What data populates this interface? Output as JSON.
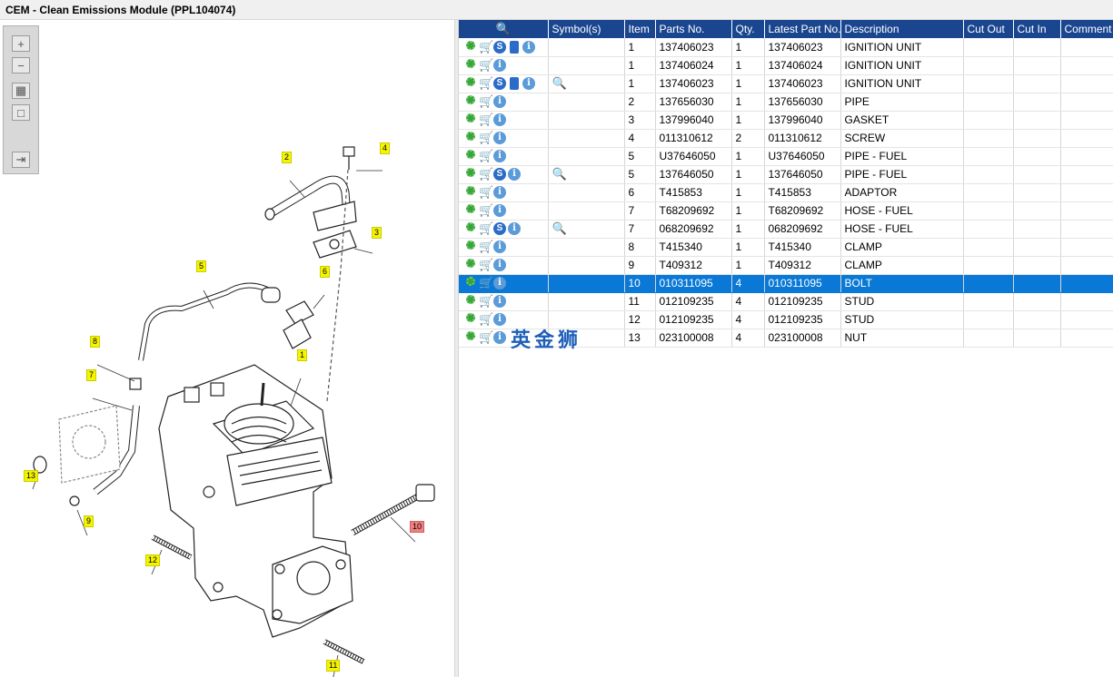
{
  "window": {
    "title": "CEM - Clean Emissions Module (PPL104074)"
  },
  "watermark": "英金狮",
  "table": {
    "headers": {
      "symbol": "Symbol(s)",
      "item": "Item",
      "part": "Parts No.",
      "qty": "Qty.",
      "latest": "Latest Part No.",
      "desc": "Description",
      "cutout": "Cut Out",
      "cutin": "Cut In",
      "comment": "Comment"
    },
    "rows": [
      {
        "item": "1",
        "part": "137406023",
        "qty": "1",
        "latest": "137406023",
        "desc": "IGNITION UNIT",
        "s": true,
        "book": true,
        "binoc": false
      },
      {
        "item": "1",
        "part": "137406024",
        "qty": "1",
        "latest": "137406024",
        "desc": "IGNITION UNIT",
        "s": false,
        "book": false,
        "binoc": false
      },
      {
        "item": "1",
        "part": "137406023",
        "qty": "1",
        "latest": "137406023",
        "desc": "IGNITION UNIT",
        "s": true,
        "book": true,
        "binoc": true
      },
      {
        "item": "2",
        "part": "137656030",
        "qty": "1",
        "latest": "137656030",
        "desc": "PIPE",
        "s": false,
        "book": false,
        "binoc": false
      },
      {
        "item": "3",
        "part": "137996040",
        "qty": "1",
        "latest": "137996040",
        "desc": "GASKET",
        "s": false,
        "book": false,
        "binoc": false
      },
      {
        "item": "4",
        "part": "011310612",
        "qty": "2",
        "latest": "011310612",
        "desc": "SCREW",
        "s": false,
        "book": false,
        "binoc": false
      },
      {
        "item": "5",
        "part": "U37646050",
        "qty": "1",
        "latest": "U37646050",
        "desc": "PIPE - FUEL",
        "s": false,
        "book": false,
        "binoc": false
      },
      {
        "item": "5",
        "part": "137646050",
        "qty": "1",
        "latest": "137646050",
        "desc": "PIPE - FUEL",
        "s": true,
        "book": false,
        "binoc": true
      },
      {
        "item": "6",
        "part": "T415853",
        "qty": "1",
        "latest": "T415853",
        "desc": "ADAPTOR",
        "s": false,
        "book": false,
        "binoc": false
      },
      {
        "item": "7",
        "part": "T68209692",
        "qty": "1",
        "latest": "T68209692",
        "desc": "HOSE - FUEL",
        "s": false,
        "book": false,
        "binoc": false
      },
      {
        "item": "7",
        "part": "068209692",
        "qty": "1",
        "latest": "068209692",
        "desc": "HOSE - FUEL",
        "s": true,
        "book": false,
        "binoc": true
      },
      {
        "item": "8",
        "part": "T415340",
        "qty": "1",
        "latest": "T415340",
        "desc": "CLAMP",
        "s": false,
        "book": false,
        "binoc": false
      },
      {
        "item": "9",
        "part": "T409312",
        "qty": "1",
        "latest": "T409312",
        "desc": "CLAMP",
        "s": false,
        "book": false,
        "binoc": false
      },
      {
        "item": "10",
        "part": "010311095",
        "qty": "4",
        "latest": "010311095",
        "desc": "BOLT",
        "s": false,
        "book": false,
        "binoc": false,
        "selected": true
      },
      {
        "item": "11",
        "part": "012109235",
        "qty": "4",
        "latest": "012109235",
        "desc": "STUD",
        "s": false,
        "book": false,
        "binoc": false
      },
      {
        "item": "12",
        "part": "012109235",
        "qty": "4",
        "latest": "012109235",
        "desc": "STUD",
        "s": false,
        "book": false,
        "binoc": false
      },
      {
        "item": "13",
        "part": "023100008",
        "qty": "4",
        "latest": "023100008",
        "desc": "NUT",
        "s": false,
        "book": false,
        "binoc": false
      }
    ]
  },
  "diagram": {
    "callouts": [
      "1",
      "2",
      "3",
      "4",
      "5",
      "6",
      "7",
      "8",
      "9",
      "10",
      "11",
      "12",
      "13"
    ],
    "highlighted": "10"
  }
}
